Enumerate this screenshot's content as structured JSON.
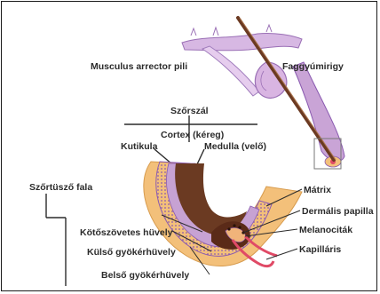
{
  "labels": {
    "musculus": "Musculus arrector pili",
    "faggyu": "Faggyúmirigy",
    "szorszal": "Szőrszál",
    "cortex": "Cortex (kéreg)",
    "kutikula": "Kutikula",
    "medulla": "Medulla (velő)",
    "szortuszo": "Szőrtüsző fala",
    "matrix": "Mátrix",
    "dermalis": "Dermális papilla",
    "melanocitak": "Melanociták",
    "kapillaris": "Kapilláris",
    "kotoszovetes": "Kötőszövetes hüvely",
    "kulso": "Külső gyökérhüvely",
    "belso": "Belső gyökérhüvely"
  },
  "colors": {
    "hair_shaft": "#6b3a22",
    "follicle_outer": "#f3c07a",
    "follicle_purple": "#c7a2d3",
    "follicle_dots": "#8a5ab0",
    "gland": "#d9b5e2",
    "matrix": "#5a2a18",
    "papilla": "#f0b37a",
    "capillary": "#e04a66"
  }
}
